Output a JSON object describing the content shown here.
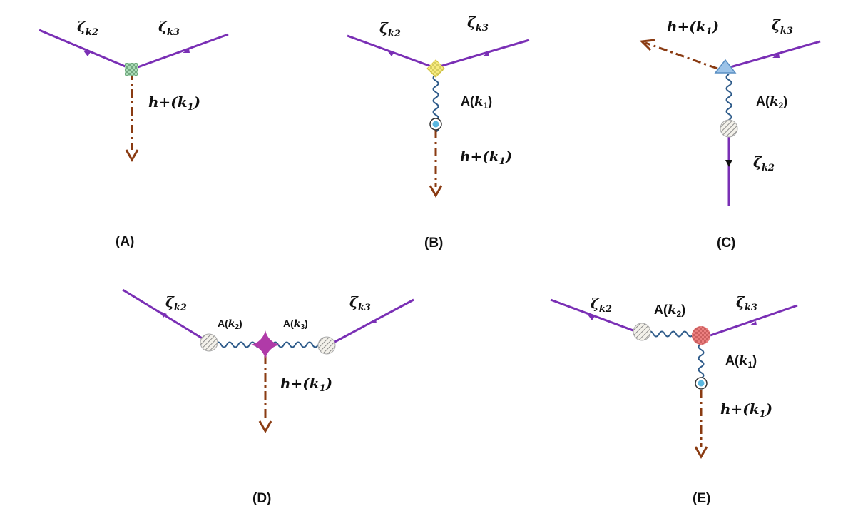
{
  "diagrams": [
    {
      "id": "A",
      "caption": "(A)",
      "labels": {
        "zeta_k2": {
          "base": "ζ",
          "sub": "k2"
        },
        "zeta_k3": {
          "base": "ζ",
          "sub": "k3"
        },
        "h_k1": {
          "base": "h+(k",
          "sub": "1",
          "close": ")"
        }
      }
    },
    {
      "id": "B",
      "caption": "(B)",
      "labels": {
        "zeta_k2": {
          "base": "ζ",
          "sub": "k2"
        },
        "zeta_k3": {
          "base": "ζ",
          "sub": "k3"
        },
        "A_k1": {
          "pre": "A(",
          "base": "k",
          "sub": "1",
          "close": ")"
        },
        "h_k1": {
          "base": "h+(k",
          "sub": "1",
          "close": ")"
        }
      }
    },
    {
      "id": "C",
      "caption": "(C)",
      "labels": {
        "h_k1": {
          "base": "h+(k",
          "sub": "1",
          "close": ")"
        },
        "zeta_k3": {
          "base": "ζ",
          "sub": "k3"
        },
        "A_k2": {
          "pre": "A(",
          "base": "k",
          "sub": "2",
          "close": ")"
        },
        "zeta_k2": {
          "base": "ζ",
          "sub": "k2"
        }
      }
    },
    {
      "id": "D",
      "caption": "(D)",
      "labels": {
        "zeta_k2": {
          "base": "ζ",
          "sub": "k2"
        },
        "zeta_k3": {
          "base": "ζ",
          "sub": "k3"
        },
        "A_k2": {
          "pre": "A(",
          "base": "k",
          "sub": "2",
          "close": ")"
        },
        "A_k3": {
          "pre": "A(",
          "base": "k",
          "sub": "3",
          "close": ")"
        },
        "h_k1": {
          "base": "h+(k",
          "sub": "1",
          "close": ")"
        }
      }
    },
    {
      "id": "E",
      "caption": "(E)",
      "labels": {
        "zeta_k2": {
          "base": "ζ",
          "sub": "k2"
        },
        "zeta_k3": {
          "base": "ζ",
          "sub": "k3"
        },
        "A_k2": {
          "pre": "A(",
          "base": "k",
          "sub": "2",
          "close": ")"
        },
        "A_k1": {
          "pre": "A(",
          "base": "k",
          "sub": "1",
          "close": ")"
        },
        "h_k1": {
          "base": "h+(k",
          "sub": "1",
          "close": ")"
        }
      }
    }
  ],
  "colors": {
    "scalar_line": "#7a2fb5",
    "graviton_line": "#8a3b12",
    "gauge_spring": "#2e5b8a",
    "vertex_A": "#2aa84a",
    "vertex_B": "#f2e23a",
    "vertex_C": "#9cc3e8",
    "vertex_D": "#b03aa8",
    "vertex_E": "#e03a3a",
    "source_dot": "#5bb8e0"
  }
}
